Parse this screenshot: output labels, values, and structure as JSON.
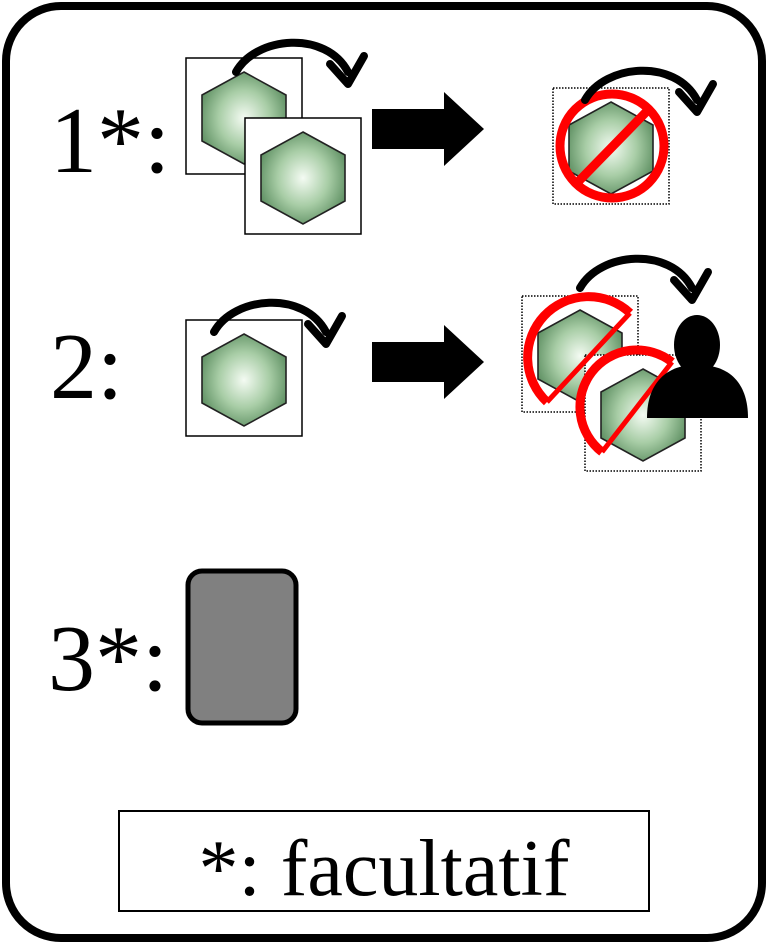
{
  "rules": [
    {
      "label": "1*:"
    },
    {
      "label": "2:"
    },
    {
      "label": "3*:"
    }
  ],
  "legend": {
    "text": "*: facultatif"
  },
  "icons": {
    "token": "hexagon-token-icon",
    "rotate": "curved-rotate-arrow-icon",
    "forbidden": "prohibited-icon",
    "person": "person-silhouette-icon",
    "card": "grey-card-icon",
    "arrow": "right-arrow-icon"
  },
  "colors": {
    "forbid_red": "#ff0000",
    "hex_light": "#f4fbf3",
    "hex_dark": "#5f9063",
    "card_gray": "#808080"
  }
}
